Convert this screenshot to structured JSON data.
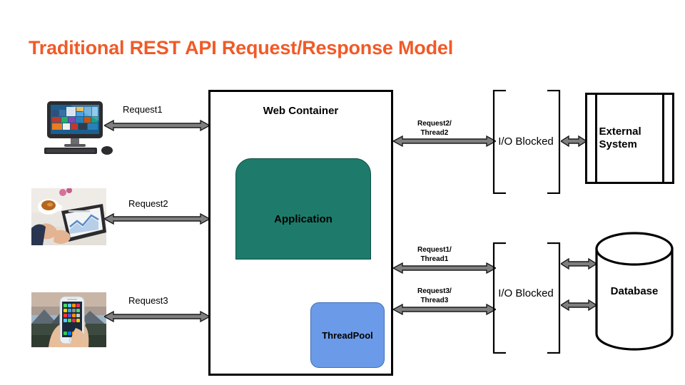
{
  "title": "Traditional REST API Request/Response Model",
  "colors": {
    "title_orange": "#F05A28",
    "application_teal": "#1E7B6B",
    "threadpool_blue": "#6B9BE8",
    "stroke_black": "#000000",
    "arrow_gray": "#808080",
    "background": "#FFFFFF"
  },
  "clients": [
    {
      "icon": "desktop-computer-icon",
      "request_label": "Request1"
    },
    {
      "icon": "tablet-photo-icon",
      "request_label": "Request2"
    },
    {
      "icon": "smartphone-photo-icon",
      "request_label": "Request3"
    }
  ],
  "web_container": {
    "title": "Web Container",
    "application_label": "Application",
    "threadpool_label": "ThreadPool"
  },
  "io_sections": [
    {
      "label": "I/O Blocked",
      "edges": [
        {
          "line1": "Request2/",
          "line2": "Thread2"
        }
      ]
    },
    {
      "label": "I/O Blocked",
      "edges": [
        {
          "line1": "Request1/",
          "line2": "Thread1"
        },
        {
          "line1": "Request3/",
          "line2": "Thread3"
        }
      ]
    }
  ],
  "backends": [
    {
      "name": "external-system",
      "line1": "External",
      "line2": "System",
      "shape": "uml-component"
    },
    {
      "name": "database",
      "label": "Database",
      "shape": "cylinder"
    }
  ]
}
